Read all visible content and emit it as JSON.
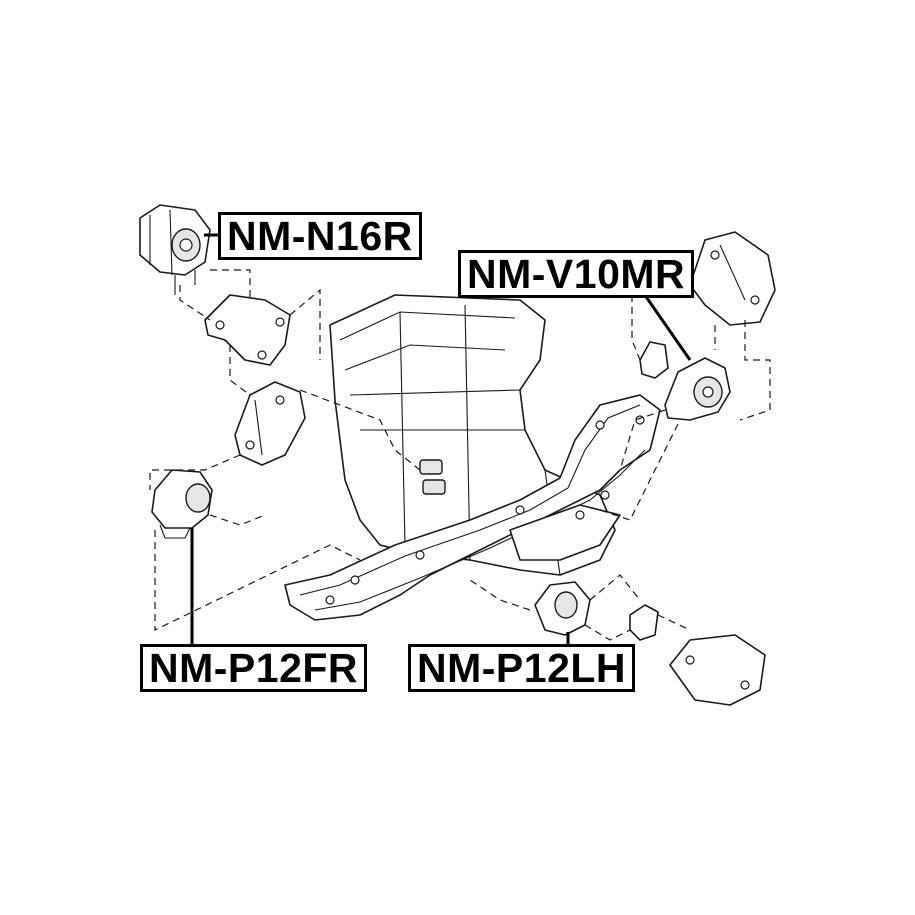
{
  "labels": {
    "n16r": "NM-N16R",
    "v10mr": "NM-V10MR",
    "p12fr": "NM-P12FR",
    "p12lh": "NM-P12LH"
  },
  "icons": {
    "engine": "engine-block-drawing",
    "crossmember": "front-crossmember-drawing",
    "mounts": "engine-mount-drawing"
  },
  "colors": {
    "line": "#1a1a1a",
    "label_border": "#000000",
    "background": "#ffffff"
  }
}
